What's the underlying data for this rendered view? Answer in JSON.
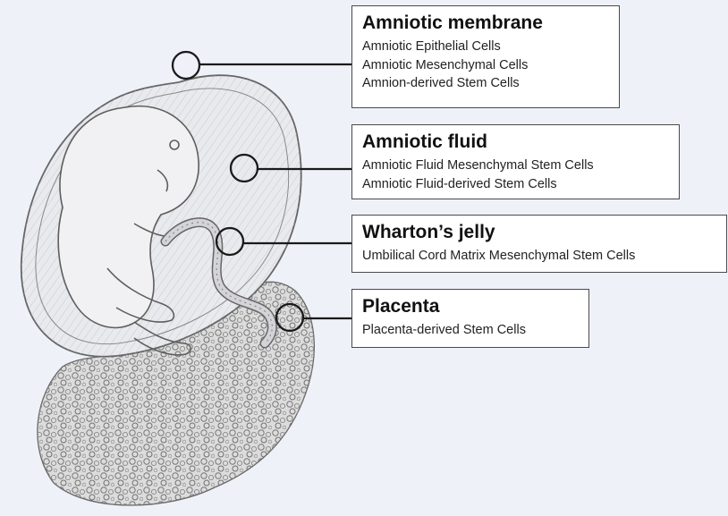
{
  "labels": {
    "amniotic_membrane": {
      "title": "Amniotic membrane",
      "items": [
        "Amniotic Epithelial Cells",
        "Amniotic Mesenchymal Cells",
        "Amnion-derived Stem Cells"
      ]
    },
    "amniotic_fluid": {
      "title": "Amniotic fluid",
      "items": [
        "Amniotic Fluid Mesenchymal Stem Cells",
        "Amniotic Fluid-derived Stem Cells"
      ]
    },
    "whartons_jelly": {
      "title": "Wharton’s jelly",
      "items": [
        "Umbilical Cord Matrix Mesenchymal Stem Cells"
      ]
    },
    "placenta": {
      "title": "Placenta",
      "items": [
        "Placenta-derived Stem Cells"
      ]
    }
  },
  "colors": {
    "background": "#eef1f8",
    "box_border": "#4a4a4a",
    "sketch_line": "#6a6a6a",
    "callout": "#1a1a1a"
  }
}
